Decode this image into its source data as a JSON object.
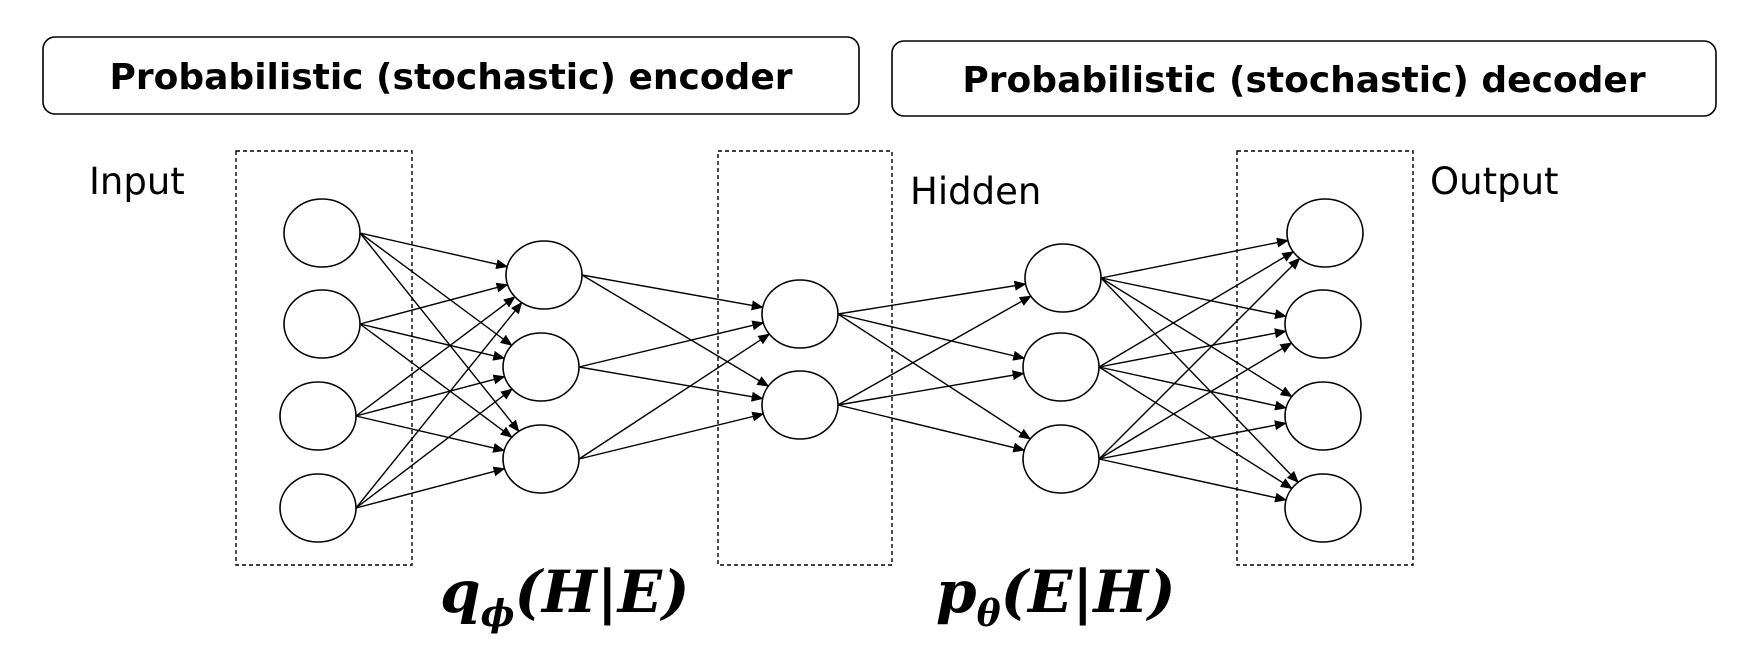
{
  "headers": {
    "encoder": "Probabilistic (stochastic) encoder",
    "decoder": "Probabilistic (stochastic) decoder"
  },
  "labels": {
    "input": "Input",
    "hidden": "Hidden",
    "output": "Output"
  },
  "formulas": {
    "encoder": {
      "base": "q",
      "sub": "ϕ",
      "args": "(H|E)"
    },
    "decoder": {
      "base": "p",
      "sub": "θ",
      "args": "(E|H)"
    }
  },
  "network": {
    "layer_sizes": [
      4,
      3,
      2,
      3,
      4
    ]
  }
}
